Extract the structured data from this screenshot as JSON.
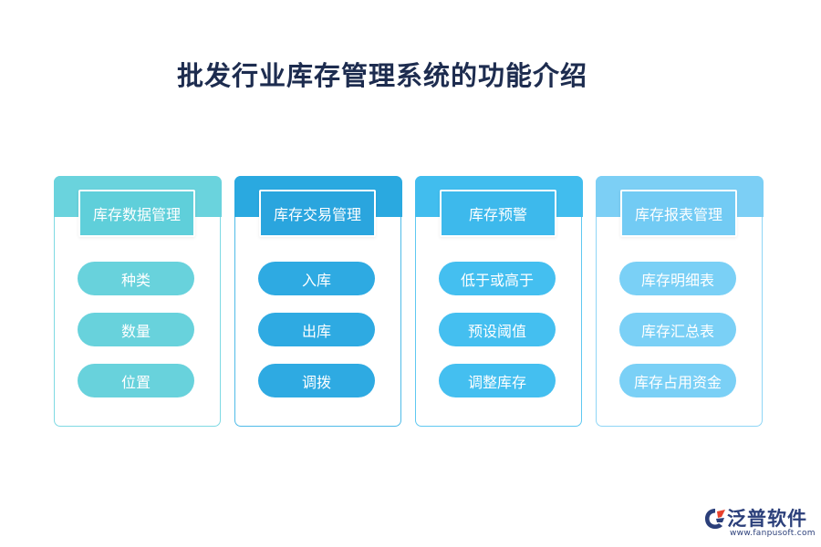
{
  "title": "批发行业库存管理系统的功能介绍",
  "columns": [
    {
      "header": "库存数据管理",
      "items": [
        "种类",
        "数量",
        "位置"
      ],
      "band_color": "#6ad3dd",
      "header_color": "#5fcfda",
      "pill_color": "#68d2dc",
      "border_color": "#7fdae3"
    },
    {
      "header": "库存交易管理",
      "items": [
        "入库",
        "出库",
        "调拨"
      ],
      "band_color": "#2aa9e0",
      "header_color": "#2aa5de",
      "pill_color": "#2eaae2",
      "border_color": "#4fbbe8"
    },
    {
      "header": "库存预警",
      "items": [
        "低于或高于",
        "预设阈值",
        "调整库存"
      ],
      "band_color": "#41bdee",
      "header_color": "#3db9ec",
      "pill_color": "#44bff0",
      "border_color": "#5fc8f1"
    },
    {
      "header": "库存报表管理",
      "items": [
        "库存明细表",
        "库存汇总表",
        "库存占用资金"
      ],
      "band_color": "#7ccff5",
      "header_color": "#72cbf4",
      "pill_color": "#7ad0f6",
      "border_color": "#8fd6f6"
    }
  ],
  "logo": {
    "name": "泛普软件",
    "url": "www.fanpusoft.com"
  }
}
